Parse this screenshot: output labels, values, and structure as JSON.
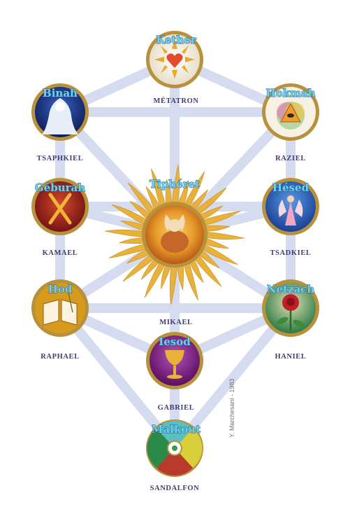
{
  "sephiroth": {
    "kether": {
      "name": "Kether",
      "angel": "MÉTATRON"
    },
    "binah": {
      "name": "Binah",
      "angel": "TSAPHKIEL"
    },
    "hokmah": {
      "name": "Hokmah",
      "angel": "RAZIEL"
    },
    "geburah": {
      "name": "Géburah",
      "angel": "KAMAEL"
    },
    "hesed": {
      "name": "Hésed",
      "angel": "TSADKIEL"
    },
    "tiphereth": {
      "name": "Tiphéret",
      "angel": "MIKAEL"
    },
    "hod": {
      "name": "Hod",
      "angel": "RAPHAEL"
    },
    "netzach": {
      "name": "Netzach",
      "angel": "HANIEL"
    },
    "yesod": {
      "name": "Iesod",
      "angel": "GABRIEL"
    },
    "malkuth": {
      "name": "Malkout",
      "angel": "SANDALFON"
    }
  },
  "credit": "Y. Marchesani - 1983",
  "colors": {
    "path": "#d5dcef",
    "frame": "#b8913c",
    "name_fill": "#6ad2f2",
    "name_stroke": "#1d5a8c",
    "angel_text": "#3d3e6e",
    "sun_rays": "#e8b23a",
    "kether": "#f4eddc",
    "binah": "#1d3a8a",
    "hokmah": "#f6f1e2",
    "geburah": "#a21e21",
    "hesed": "#2a63c3",
    "tiphereth": "#e29a28",
    "hod": "#d89a1b",
    "netzach": "#2c7b46",
    "yesod": "#8a2a8e",
    "malkuth": "#5bbfbf"
  }
}
